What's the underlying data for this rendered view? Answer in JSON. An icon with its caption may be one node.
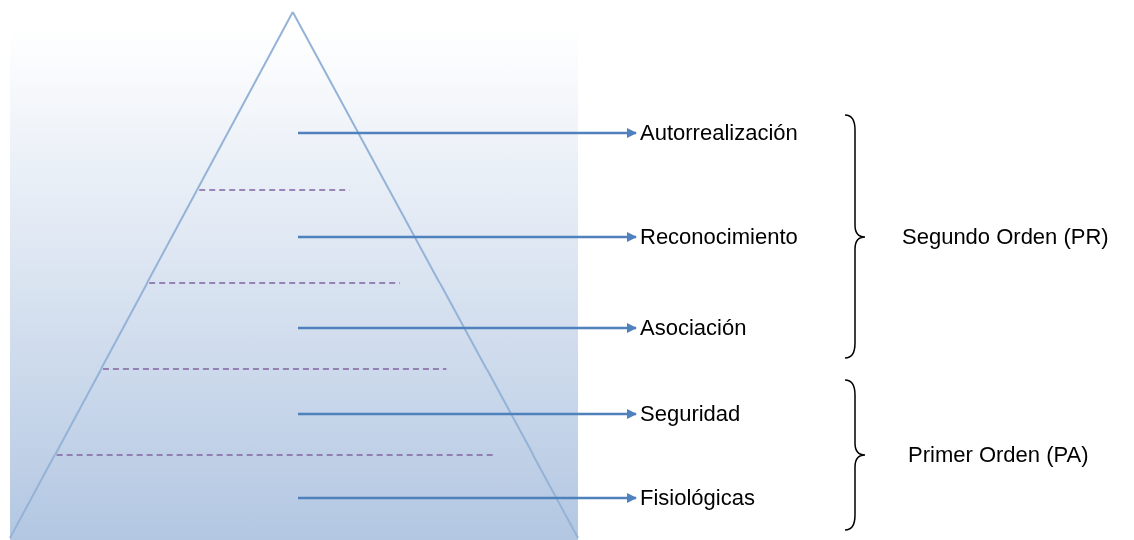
{
  "diagram": {
    "nodes": [
      {
        "text": [],
        "shape": "band"
      },
      {
        "text": [],
        "shape": "band"
      },
      {
        "text": [],
        "shape": "band"
      },
      {
        "text": [],
        "shape": "band"
      },
      {
        "text": [],
        "shape": "band"
      },
      {
        "text": [
          "Autorrealización"
        ]
      },
      {
        "text": [
          "Reconocimiento"
        ]
      },
      {
        "text": [
          "Asociación"
        ]
      },
      {
        "text": [
          "Seguridad"
        ]
      },
      {
        "text": [
          "Fisiológicas"
        ]
      }
    ],
    "edges": [
      {
        "from": 0,
        "to": 5,
        "arrow": "to"
      },
      {
        "from": 1,
        "to": 6,
        "arrow": "to"
      },
      {
        "from": 2,
        "to": 7,
        "arrow": "to"
      },
      {
        "from": 3,
        "to": 8,
        "arrow": "to"
      },
      {
        "from": 4,
        "to": 9,
        "arrow": "to"
      }
    ],
    "labels": [
      "Segundo Orden (PR)",
      "Primer Orden (PA)"
    ]
  }
}
